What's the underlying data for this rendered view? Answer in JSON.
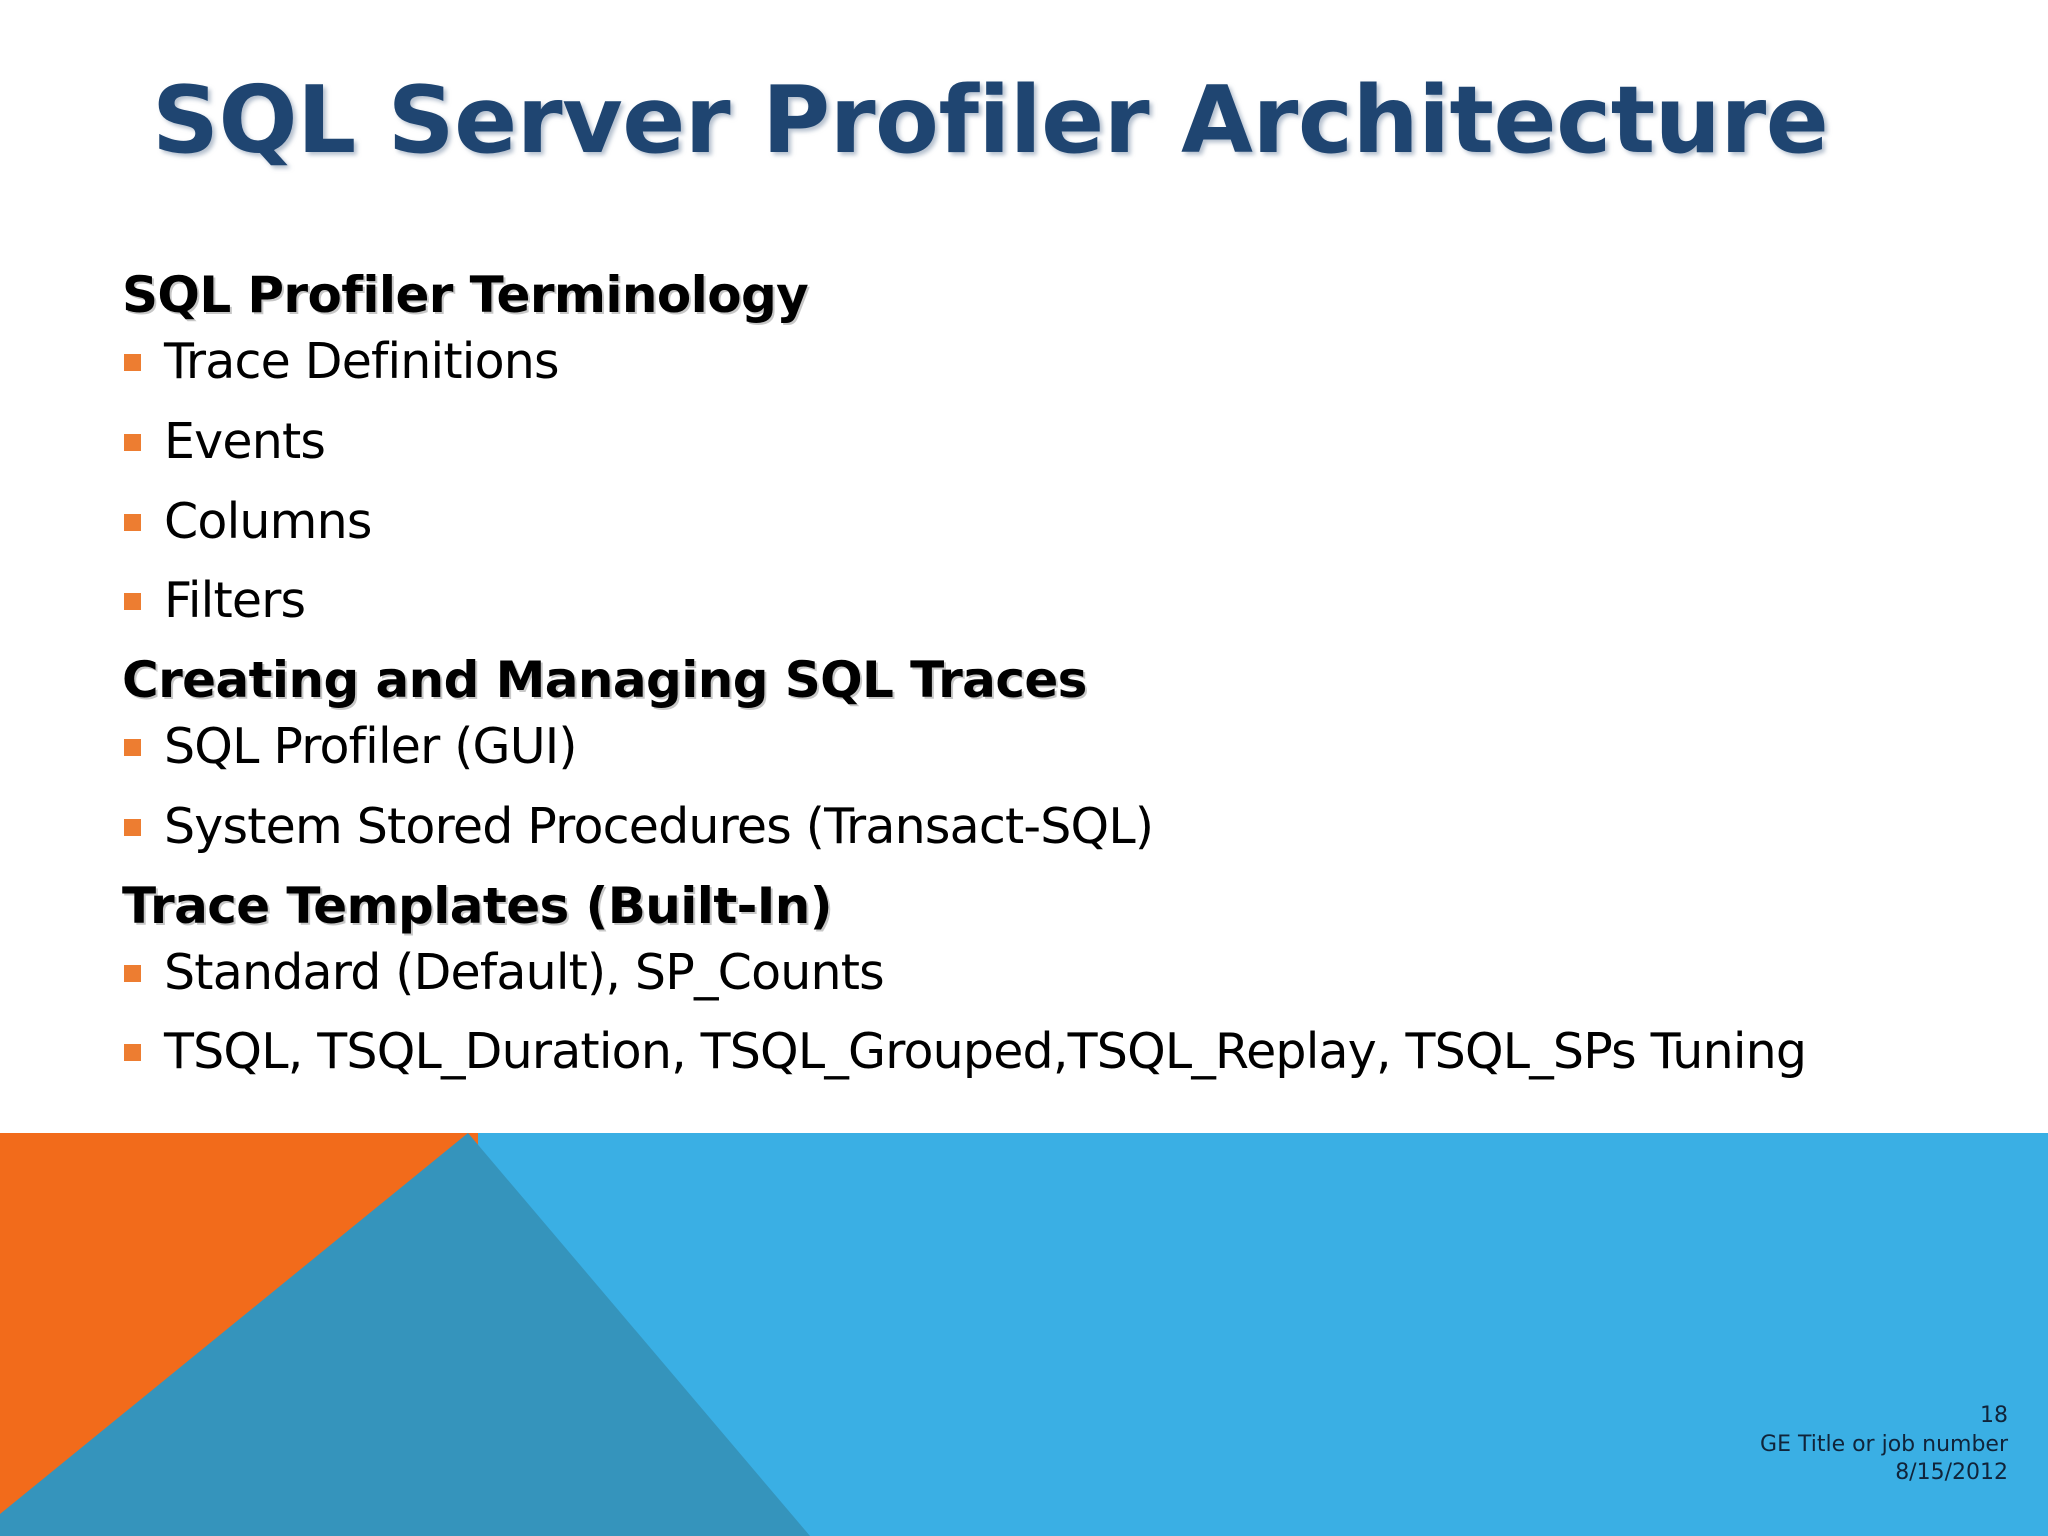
{
  "slide": {
    "title": "SQL Server Profiler Architecture",
    "title_color": "#1F4571",
    "background_color": "#FFFFFF",
    "bullet_color": "#ED7D31"
  },
  "sections": [
    {
      "heading": "SQL Profiler Terminology",
      "bullets": [
        "Trace Definitions",
        "Events",
        "Columns",
        "Filters"
      ]
    },
    {
      "heading": "Creating and Managing SQL Traces",
      "bullets": [
        "SQL Profiler (GUI)",
        "System Stored Procedures (Transact-SQL)"
      ]
    },
    {
      "heading": "Trace Templates (Built-In)",
      "bullets": [
        "Standard (Default), SP_Counts",
        "TSQL, TSQL_Duration, TSQL_Grouped,TSQL_Replay, TSQL_SPs Tuning"
      ]
    }
  ],
  "decoration": {
    "orange": "#F26B1B",
    "light_blue": "#3AAFE4",
    "teal": "#3594BC"
  },
  "footer": {
    "page_number": "18",
    "title": "GE Title or job number",
    "date": "8/15/2012"
  }
}
